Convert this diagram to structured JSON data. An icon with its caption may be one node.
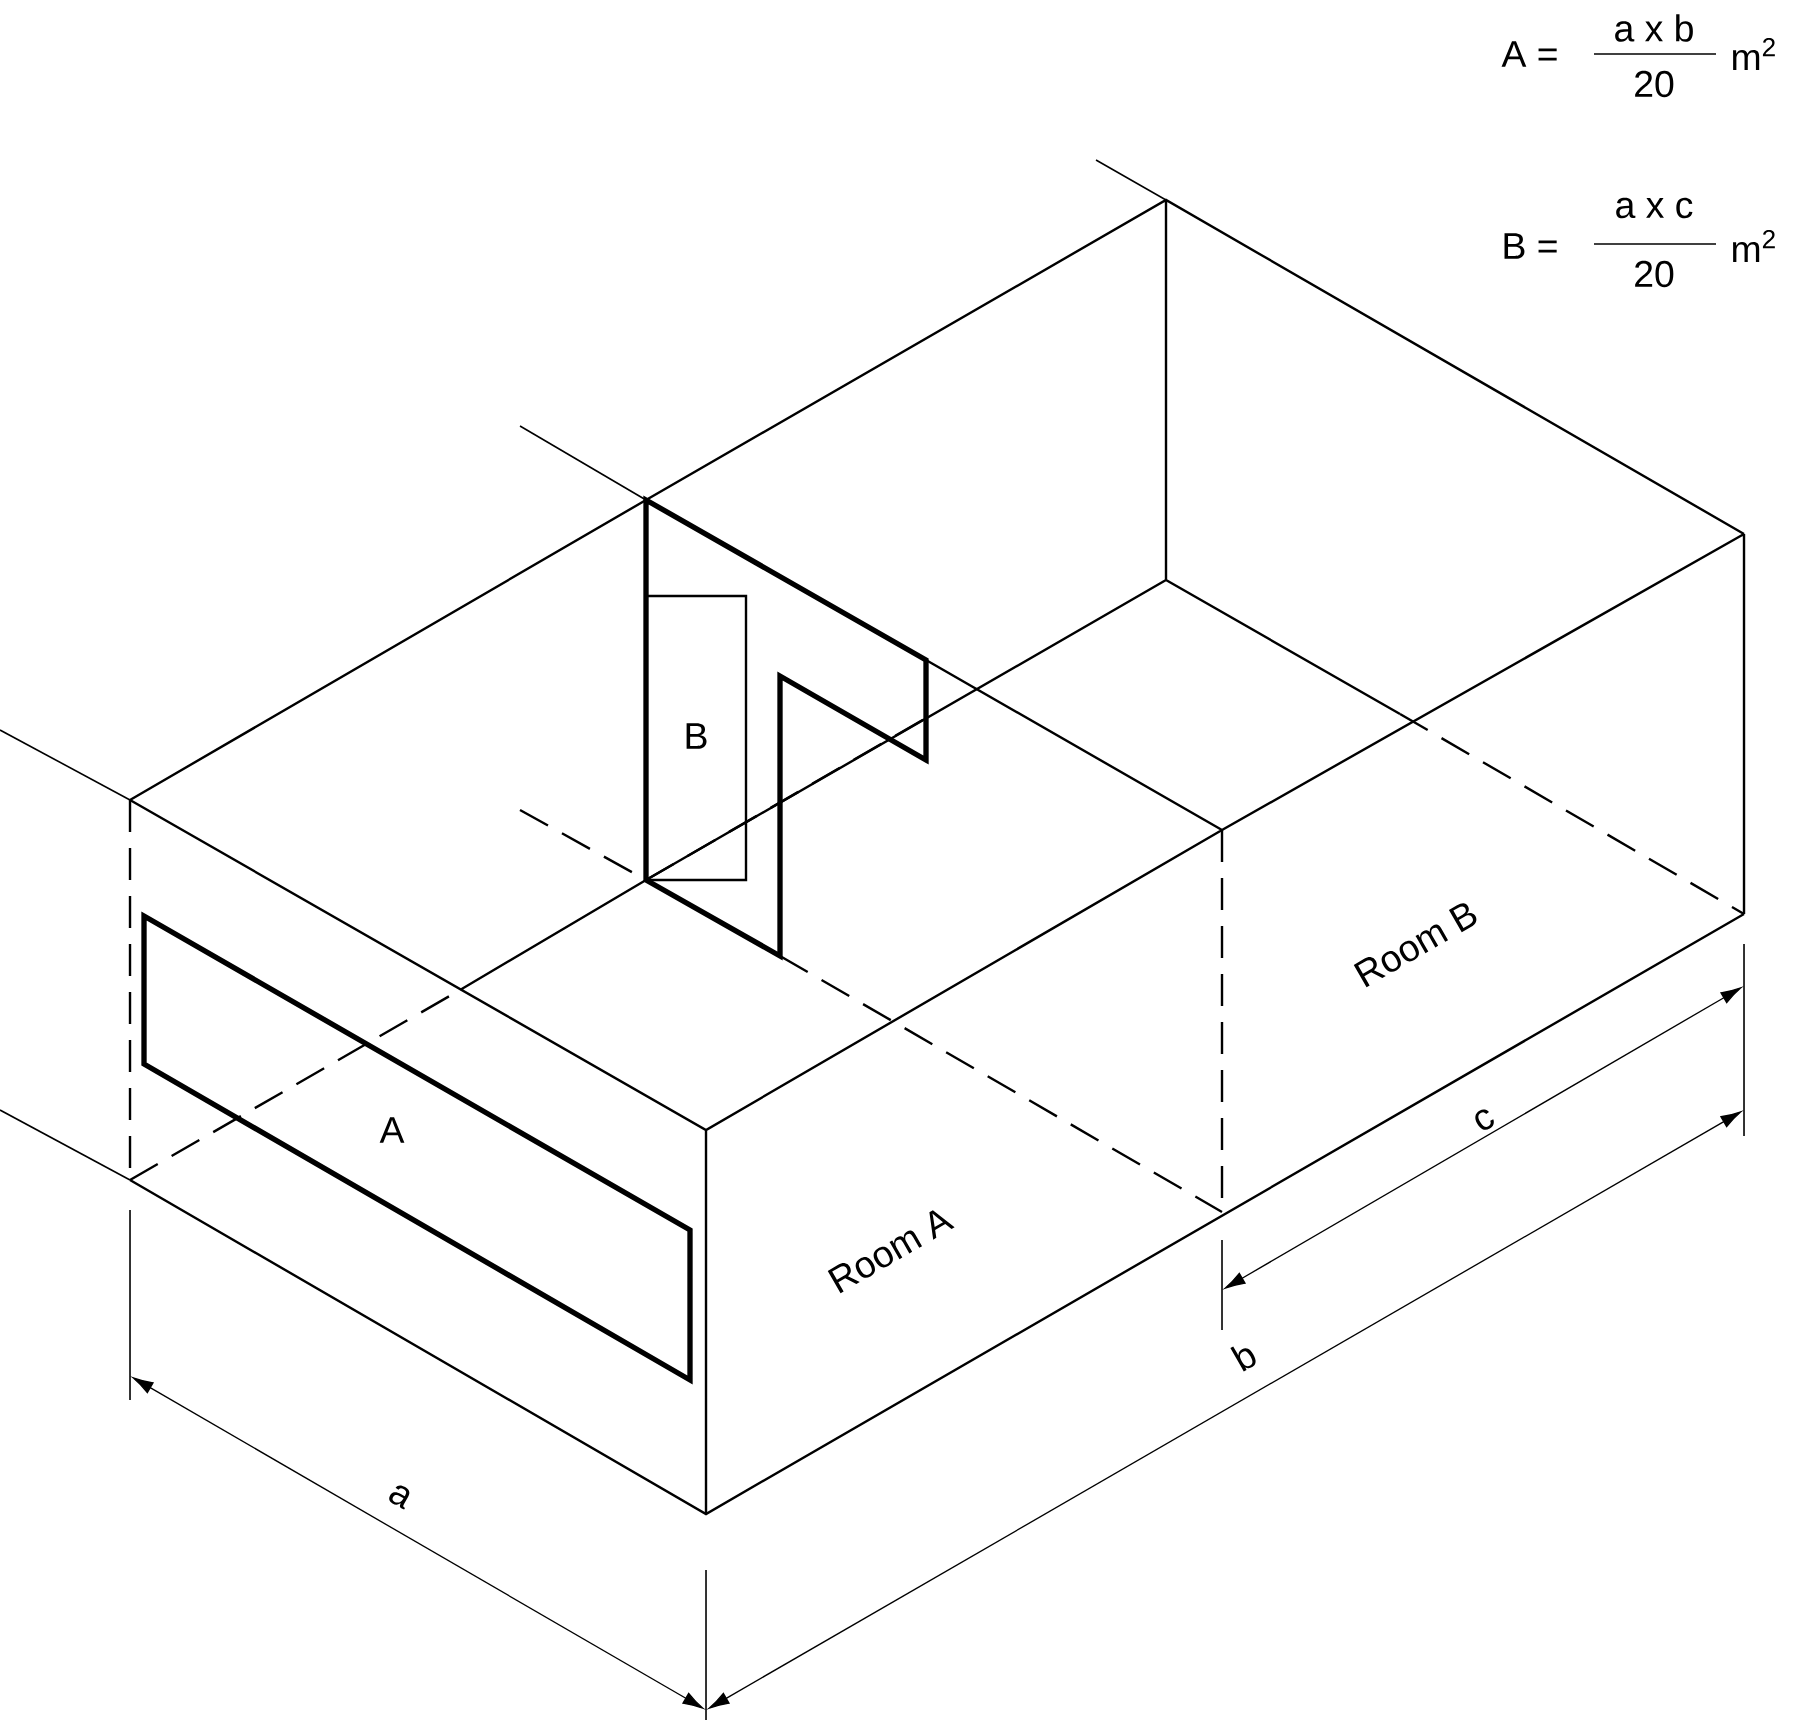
{
  "diagram": {
    "nodes": [
      {
        "text": [
          "A"
        ]
      },
      {
        "text": [
          "B"
        ]
      }
    ],
    "labels": [
      "A =",
      "a x b",
      "20",
      "m$^{2}$",
      "B =",
      "a x c",
      "20",
      "m$^{2}$",
      "Room A",
      "Room B",
      "a",
      "b",
      "c"
    ]
  }
}
